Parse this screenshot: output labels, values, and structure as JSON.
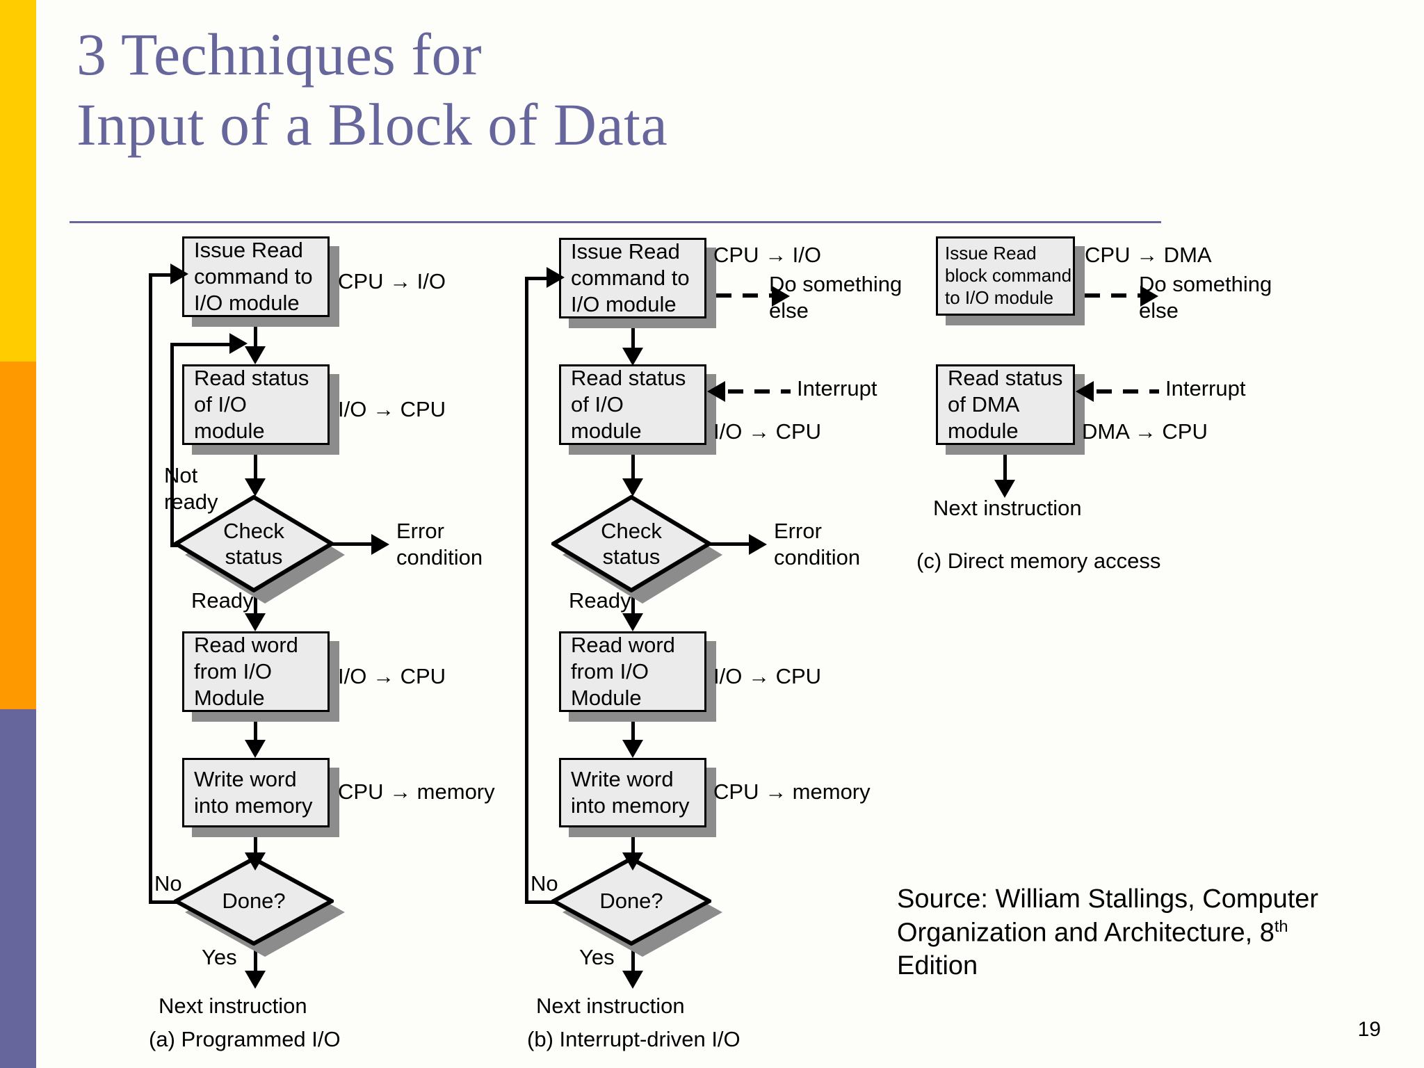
{
  "slide": {
    "title": "3 Techniques for\nInput of a Block of Data",
    "page_number": "19",
    "accent_colors": {
      "title": "#66669c",
      "rail_top": "#ffcc00",
      "rail_middle": "#ff9900",
      "rail_bottom": "#66669c",
      "box_fill": "#ebebeb",
      "box_shadow": "#8c8c8c"
    },
    "source": {
      "line1": "Source: William Stallings, Computer",
      "line2_pre": "Organization and Architecture, 8",
      "line2_sup": "th",
      "line3": "Edition"
    }
  },
  "diagram": {
    "columns": [
      {
        "id": "programmed-io",
        "caption": "(a) Programmed I/O",
        "terminator": "Next instruction",
        "boxes": [
          {
            "text": "Issue Read\ncommand to\nI/O module",
            "side_label": "CPU → I/O"
          },
          {
            "text": "Read status\nof I/O\nmodule",
            "side_label": "I/O → CPU"
          },
          {
            "text": "Read word\nfrom I/O\nModule",
            "side_label": "I/O → CPU"
          },
          {
            "text": "Write word\ninto memory",
            "side_label": "CPU → memory"
          }
        ],
        "decisions": [
          {
            "text": "Check\nstatus",
            "no_branch": "Not\nready",
            "yes_branch": "Ready",
            "side_label": "Error\ncondition"
          },
          {
            "text": "Done?",
            "no_branch": "No",
            "yes_branch": "Yes"
          }
        ]
      },
      {
        "id": "interrupt-driven-io",
        "caption": "(b) Interrupt-driven I/O",
        "terminator": "Next instruction",
        "boxes": [
          {
            "text": "Issue Read\ncommand to\nI/O module",
            "side_label": "CPU → I/O",
            "dashed_label": "Do something\nelse"
          },
          {
            "text": "Read status\nof I/O\nmodule",
            "side_label": "I/O → CPU",
            "interrupt_label": "Interrupt"
          },
          {
            "text": "Read word\nfrom I/O\nModule",
            "side_label": "I/O → CPU"
          },
          {
            "text": "Write word\ninto memory",
            "side_label": "CPU → memory"
          }
        ],
        "decisions": [
          {
            "text": "Check\nstatus",
            "yes_branch": "Ready",
            "side_label": "Error\ncondition"
          },
          {
            "text": "Done?",
            "no_branch": "No",
            "yes_branch": "Yes"
          }
        ]
      },
      {
        "id": "direct-memory-access",
        "caption": "(c) Direct memory access",
        "terminator": "Next instruction",
        "boxes": [
          {
            "text": "Issue Read\nblock command\nto I/O module",
            "side_label": "CPU → DMA",
            "dashed_label": "Do something\nelse"
          },
          {
            "text": "Read status\nof DMA\nmodule",
            "side_label": "DMA → CPU",
            "interrupt_label": "Interrupt"
          }
        ],
        "decisions": []
      }
    ]
  }
}
